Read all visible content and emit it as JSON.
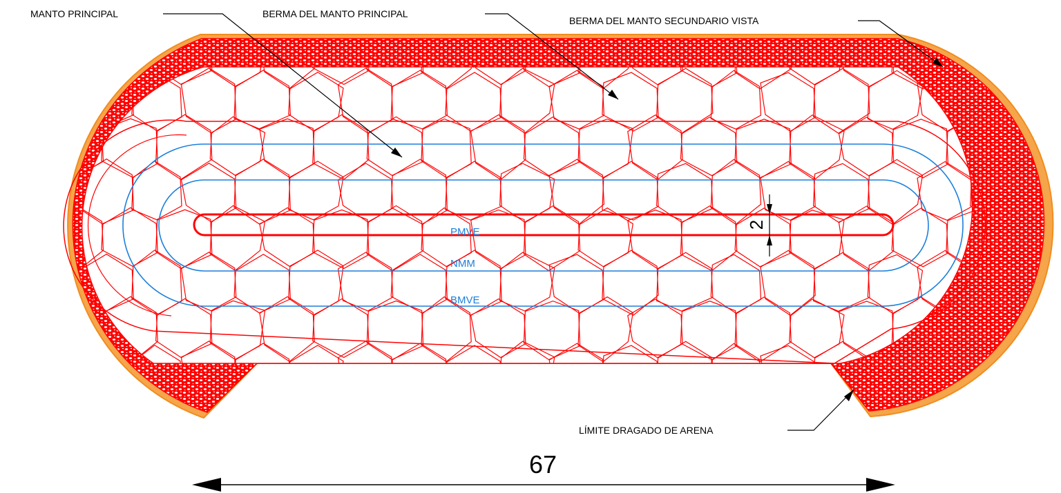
{
  "labels": {
    "manto_principal": "MANTO PRINCIPAL",
    "berma_manto_principal": "BERMA DEL MANTO PRINCIPAL",
    "berma_manto_secundario": "BERMA DEL MANTO SECUNDARIO VISTA",
    "limite_dragado": "LÍMITE  DRAGADO DE ARENA"
  },
  "levels": {
    "pmve": "PMVE",
    "nmm": "NMM",
    "bmve": "BMVE"
  },
  "dimensions": {
    "length": "67",
    "crest_width": "2"
  },
  "colors": {
    "armour_red": "#ff0000",
    "level_blue": "#1a7fdc",
    "sand_orange": "#f28c1e",
    "ink": "#000000"
  }
}
